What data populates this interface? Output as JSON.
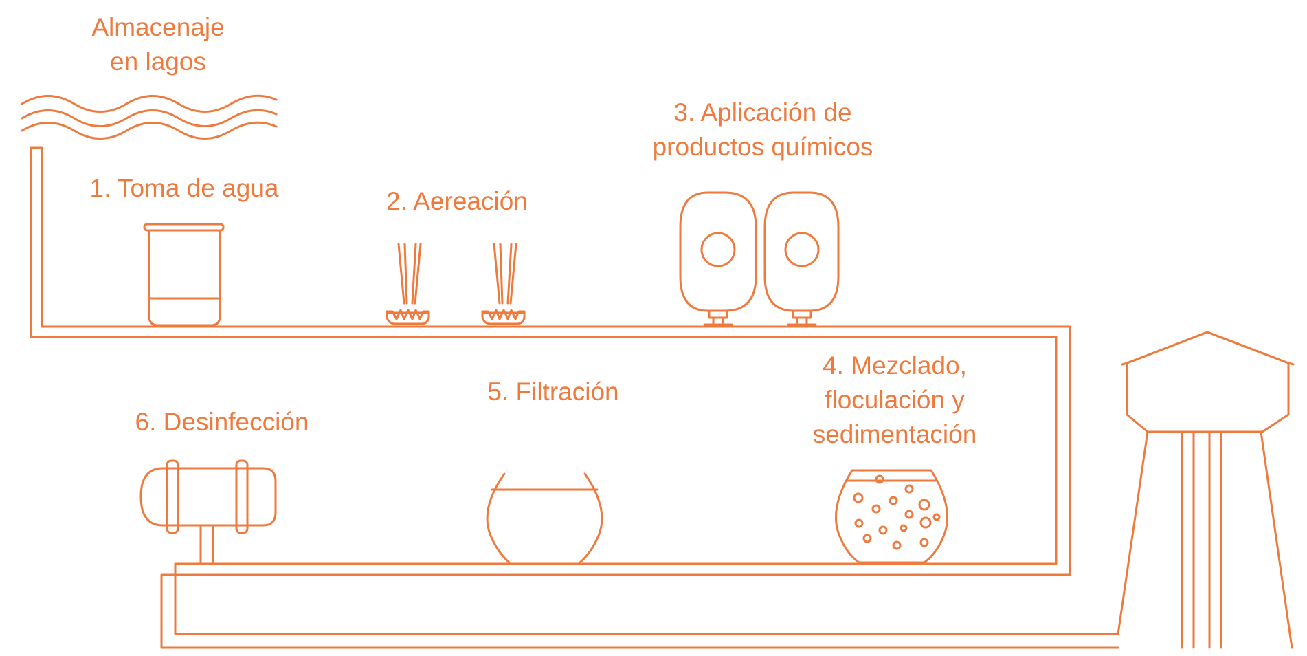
{
  "colors": {
    "accent": "#ee7a3e",
    "background": "#ffffff"
  },
  "labels": {
    "storage": [
      "Almacenaje",
      "en lagos"
    ],
    "intake": "1. Toma de agua",
    "aeration": "2. Aereación",
    "chemicals": [
      "3. Aplicación de",
      "productos químicos"
    ],
    "mixing": [
      "4. Mezclado,",
      "floculación y",
      "sedimentación"
    ],
    "filtration": "5. Filtración",
    "disinfection": "6. Desinfección"
  },
  "icons": {
    "storage": "water-waves-icon",
    "intake": "intake-tank-icon",
    "aeration": "aerator-fountain-icon",
    "chemicals": "chemical-tank-icon",
    "mixing": "sedimentation-bowl-icon",
    "filtration": "filter-bowl-icon",
    "disinfection": "disinfection-unit-icon",
    "distribution": "water-tower-icon"
  }
}
